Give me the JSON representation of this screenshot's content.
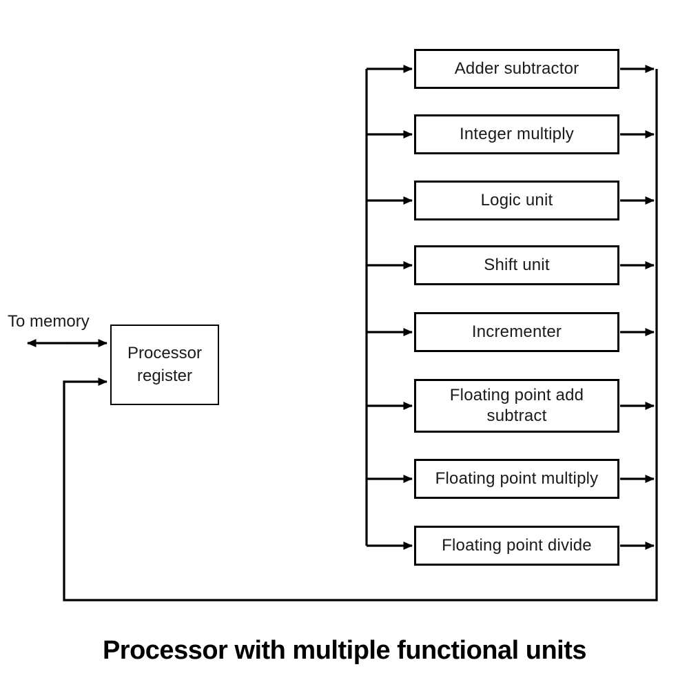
{
  "title": "Processor with multiple functional units",
  "memory_label": "To memory",
  "register": {
    "label": "Processor register"
  },
  "units": [
    {
      "label": "Adder subtractor"
    },
    {
      "label": "Integer multiply"
    },
    {
      "label": "Logic unit"
    },
    {
      "label": "Shift unit"
    },
    {
      "label": "Incrementer"
    },
    {
      "label": "Floating point add subtract"
    },
    {
      "label": "Floating point multiply"
    },
    {
      "label": "Floating point divide"
    }
  ],
  "colors": {
    "line": "#000000",
    "box_border": "#000000",
    "text": "#1a1a1a",
    "title": "#000000",
    "background": "#ffffff"
  }
}
